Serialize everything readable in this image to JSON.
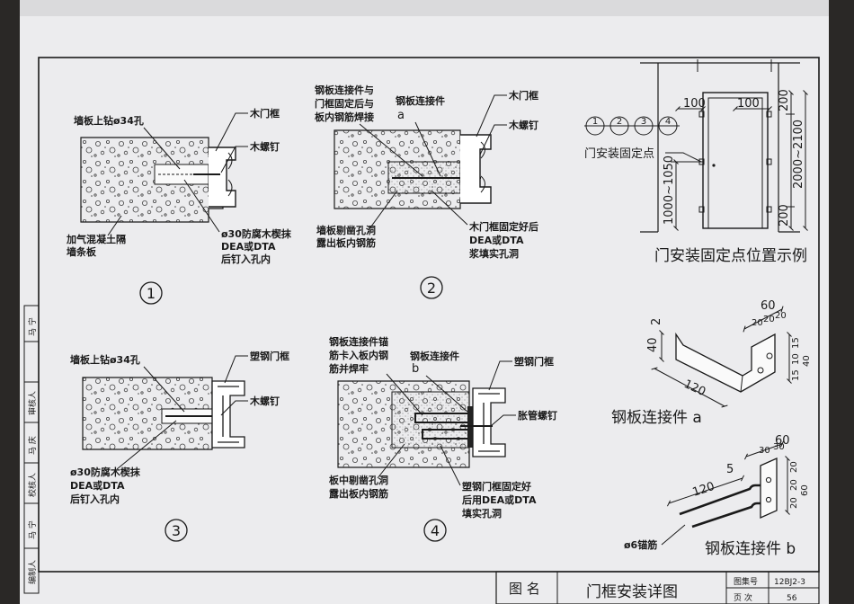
{
  "sheet": {
    "title_label": "图 名",
    "title": "门框安装详图",
    "atlas_label": "图集号",
    "atlas_no": "12BJ2-3",
    "page_label": "页 次",
    "page_no": "56",
    "signature_cells": [
      "编制人",
      "马 宁",
      "校核人",
      "马 庆",
      "审核人",
      "马 宁"
    ]
  },
  "fig1": {
    "num": "1",
    "drill_hole": "墙板上钻ø34孔",
    "wood_frame": "木门框",
    "wood_screw": "木螺钉",
    "panel_line1": "加气混凝土隔",
    "panel_line2": "墙条板",
    "plug_line1": "ø30防腐木楔抹",
    "plug_line2": "DEA或DTA",
    "plug_line3": "后钉入孔内"
  },
  "fig2": {
    "num": "2",
    "connector_line1": "钢板连接件与",
    "connector_line2": "门框固定后与",
    "connector_line3": "板内钢筋焊接",
    "connector": "钢板连接件",
    "connector_tag": "a",
    "wood_frame": "木门框",
    "wood_screw": "木螺钉",
    "chisel_line1": "墙板剔凿孔洞",
    "chisel_line2": "露出板内钢筋",
    "fill_line1": "木门框固定好后",
    "fill_line2": "DEA或DTA",
    "fill_line3": "浆填实孔洞"
  },
  "fig3": {
    "num": "3",
    "drill_hole": "墙板上钻ø34孔",
    "steel_frame": "塑钢门框",
    "wood_screw": "木螺钉",
    "plug_line1": "ø30防腐木楔抹",
    "plug_line2": "DEA或DTA",
    "plug_line3": "后钉入孔内"
  },
  "fig4": {
    "num": "4",
    "anchor_line1": "钢板连接件锚",
    "anchor_line2": "筋卡入板内钢",
    "anchor_line3": "筋并焊牢",
    "connector": "钢板连接件",
    "connector_tag": "b",
    "steel_frame": "塑钢门框",
    "expansion_screw": "胀管螺钉",
    "chisel_line1": "板中剔凿孔洞",
    "chisel_line2": "露出板内钢筋",
    "fill_line1": "塑钢门框固定好",
    "fill_line2": "后用DEA或DTA",
    "fill_line3": "填实孔洞"
  },
  "door_example": {
    "circles": [
      "1",
      "2",
      "3",
      "4"
    ],
    "fix_point": "门安装固定点",
    "dim_100_left": "100",
    "dim_100_right": "100",
    "dim_200_top": "200",
    "dim_200_bottom": "200",
    "dim_height": "2000~2100",
    "dim_fix_height": "1000~1050",
    "caption": "门安装固定点位置示例"
  },
  "plate_a": {
    "dim_2": "2",
    "dim_40": "40",
    "dim_120": "120",
    "dim_60": "60",
    "dim_20a": "20",
    "dim_20b": "20",
    "dim_20c": "20",
    "dim_15a": "15",
    "dim_10": "10",
    "dim_15b": "15",
    "dim_40r": "40",
    "caption": "钢板连接件 a"
  },
  "plate_b": {
    "dim_5": "5",
    "dim_120": "120",
    "dim_60": "60",
    "dim_30a": "30",
    "dim_30b": "30",
    "dim_20a": "20",
    "dim_20b": "20",
    "dim_20c": "20",
    "dim_60v": "60",
    "rebar": "ø6锚筋",
    "caption": "钢板连接件 b"
  }
}
